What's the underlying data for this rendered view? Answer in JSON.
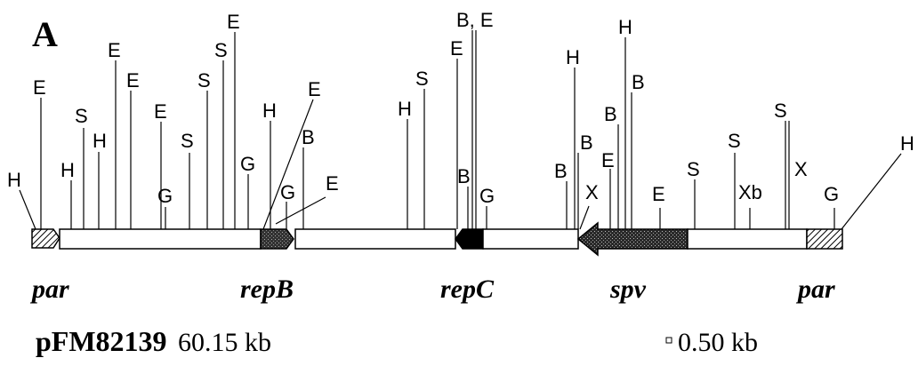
{
  "panel_letter": "A",
  "plasmid_name": "pFM82139",
  "plasmid_size": "60.15 kb",
  "scale_label": "0.50 kb",
  "gene_labels": {
    "par_left": "par",
    "repB": "repB",
    "repC": "repC",
    "spv": "spv",
    "par_right": "par"
  },
  "restriction_sites": [
    {
      "label": "H"
    },
    {
      "label": "E"
    },
    {
      "label": "H"
    },
    {
      "label": "S"
    },
    {
      "label": "H"
    },
    {
      "label": "E"
    },
    {
      "label": "E"
    },
    {
      "label": "E"
    },
    {
      "label": "G"
    },
    {
      "label": "S"
    },
    {
      "label": "S"
    },
    {
      "label": "S"
    },
    {
      "label": "E"
    },
    {
      "label": "G"
    },
    {
      "label": "H"
    },
    {
      "label": "E"
    },
    {
      "label": "G"
    },
    {
      "label": "B"
    },
    {
      "label": "E"
    },
    {
      "label": "H"
    },
    {
      "label": "S"
    },
    {
      "label": "E"
    },
    {
      "label": "B, E"
    },
    {
      "label": "B"
    },
    {
      "label": "G"
    },
    {
      "label": "B"
    },
    {
      "label": "H"
    },
    {
      "label": "B"
    },
    {
      "label": "X"
    },
    {
      "label": "E"
    },
    {
      "label": "B"
    },
    {
      "label": "H"
    },
    {
      "label": "B"
    },
    {
      "label": "E"
    },
    {
      "label": "S"
    },
    {
      "label": "S"
    },
    {
      "label": "Xb"
    },
    {
      "label": "S"
    },
    {
      "label": "X"
    },
    {
      "label": "G"
    },
    {
      "label": "H"
    }
  ],
  "colors": {
    "line": "#000000",
    "segment_fill": "#ffffff",
    "repB_fill": "#3a3a3a",
    "repC_fill": "#000000",
    "spv_fill": "#2a2a2a"
  }
}
